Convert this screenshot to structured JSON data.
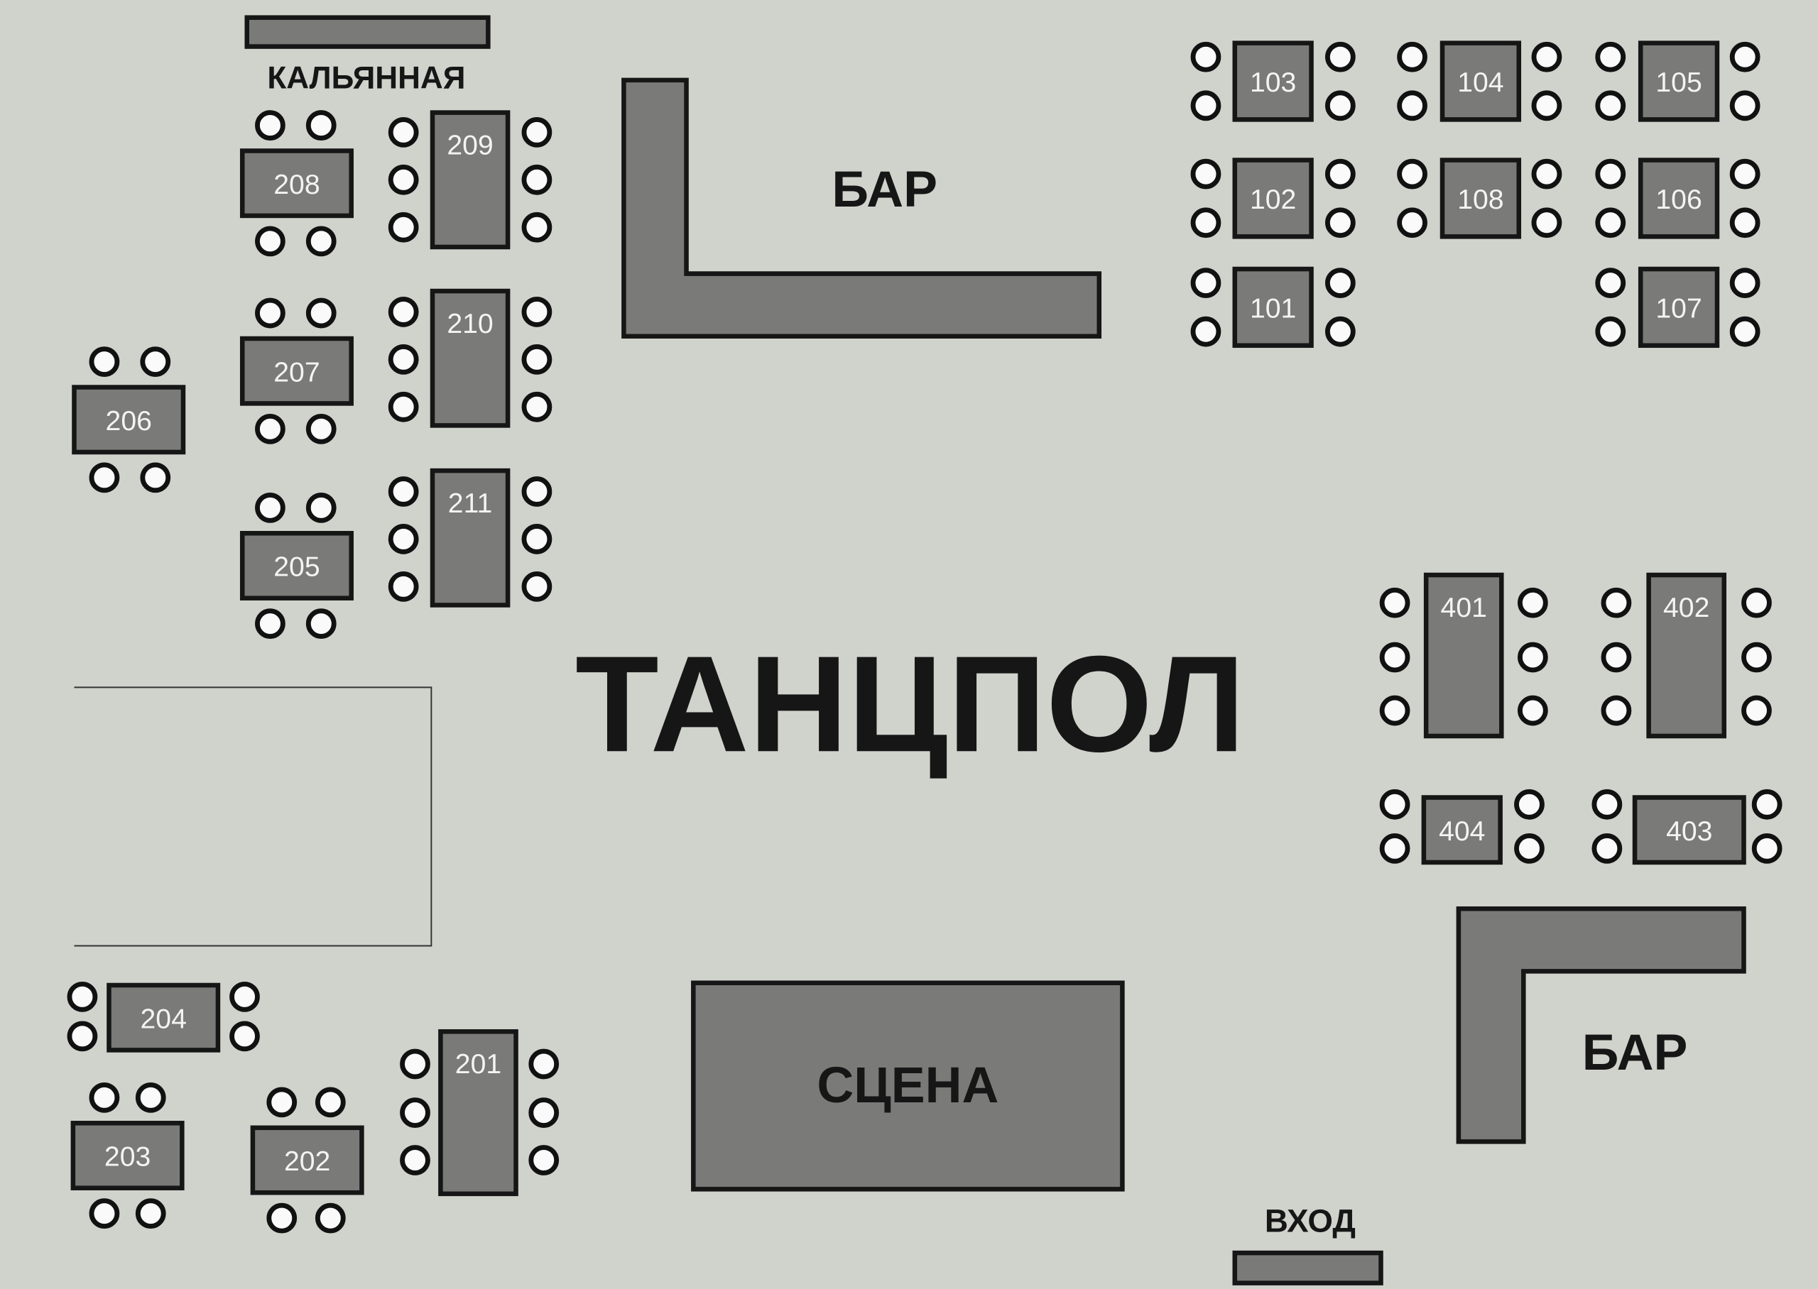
{
  "title": "ТАНЦПОЛ",
  "labels": {
    "hookah": "КАЛЬЯННАЯ",
    "bar_top": "БАР",
    "bar_bottom": "БАР",
    "stage": "СЦЕНА",
    "entrance": "ВХОД"
  },
  "tables": [
    "101",
    "102",
    "103",
    "104",
    "105",
    "106",
    "107",
    "108",
    "201",
    "202",
    "203",
    "204",
    "205",
    "206",
    "207",
    "208",
    "209",
    "210",
    "211",
    "401",
    "402",
    "403",
    "404"
  ],
  "colors": {
    "background": "#d0d2cc",
    "table": "#7a7b78",
    "outline": "#161616",
    "chair": "#fafafa"
  }
}
